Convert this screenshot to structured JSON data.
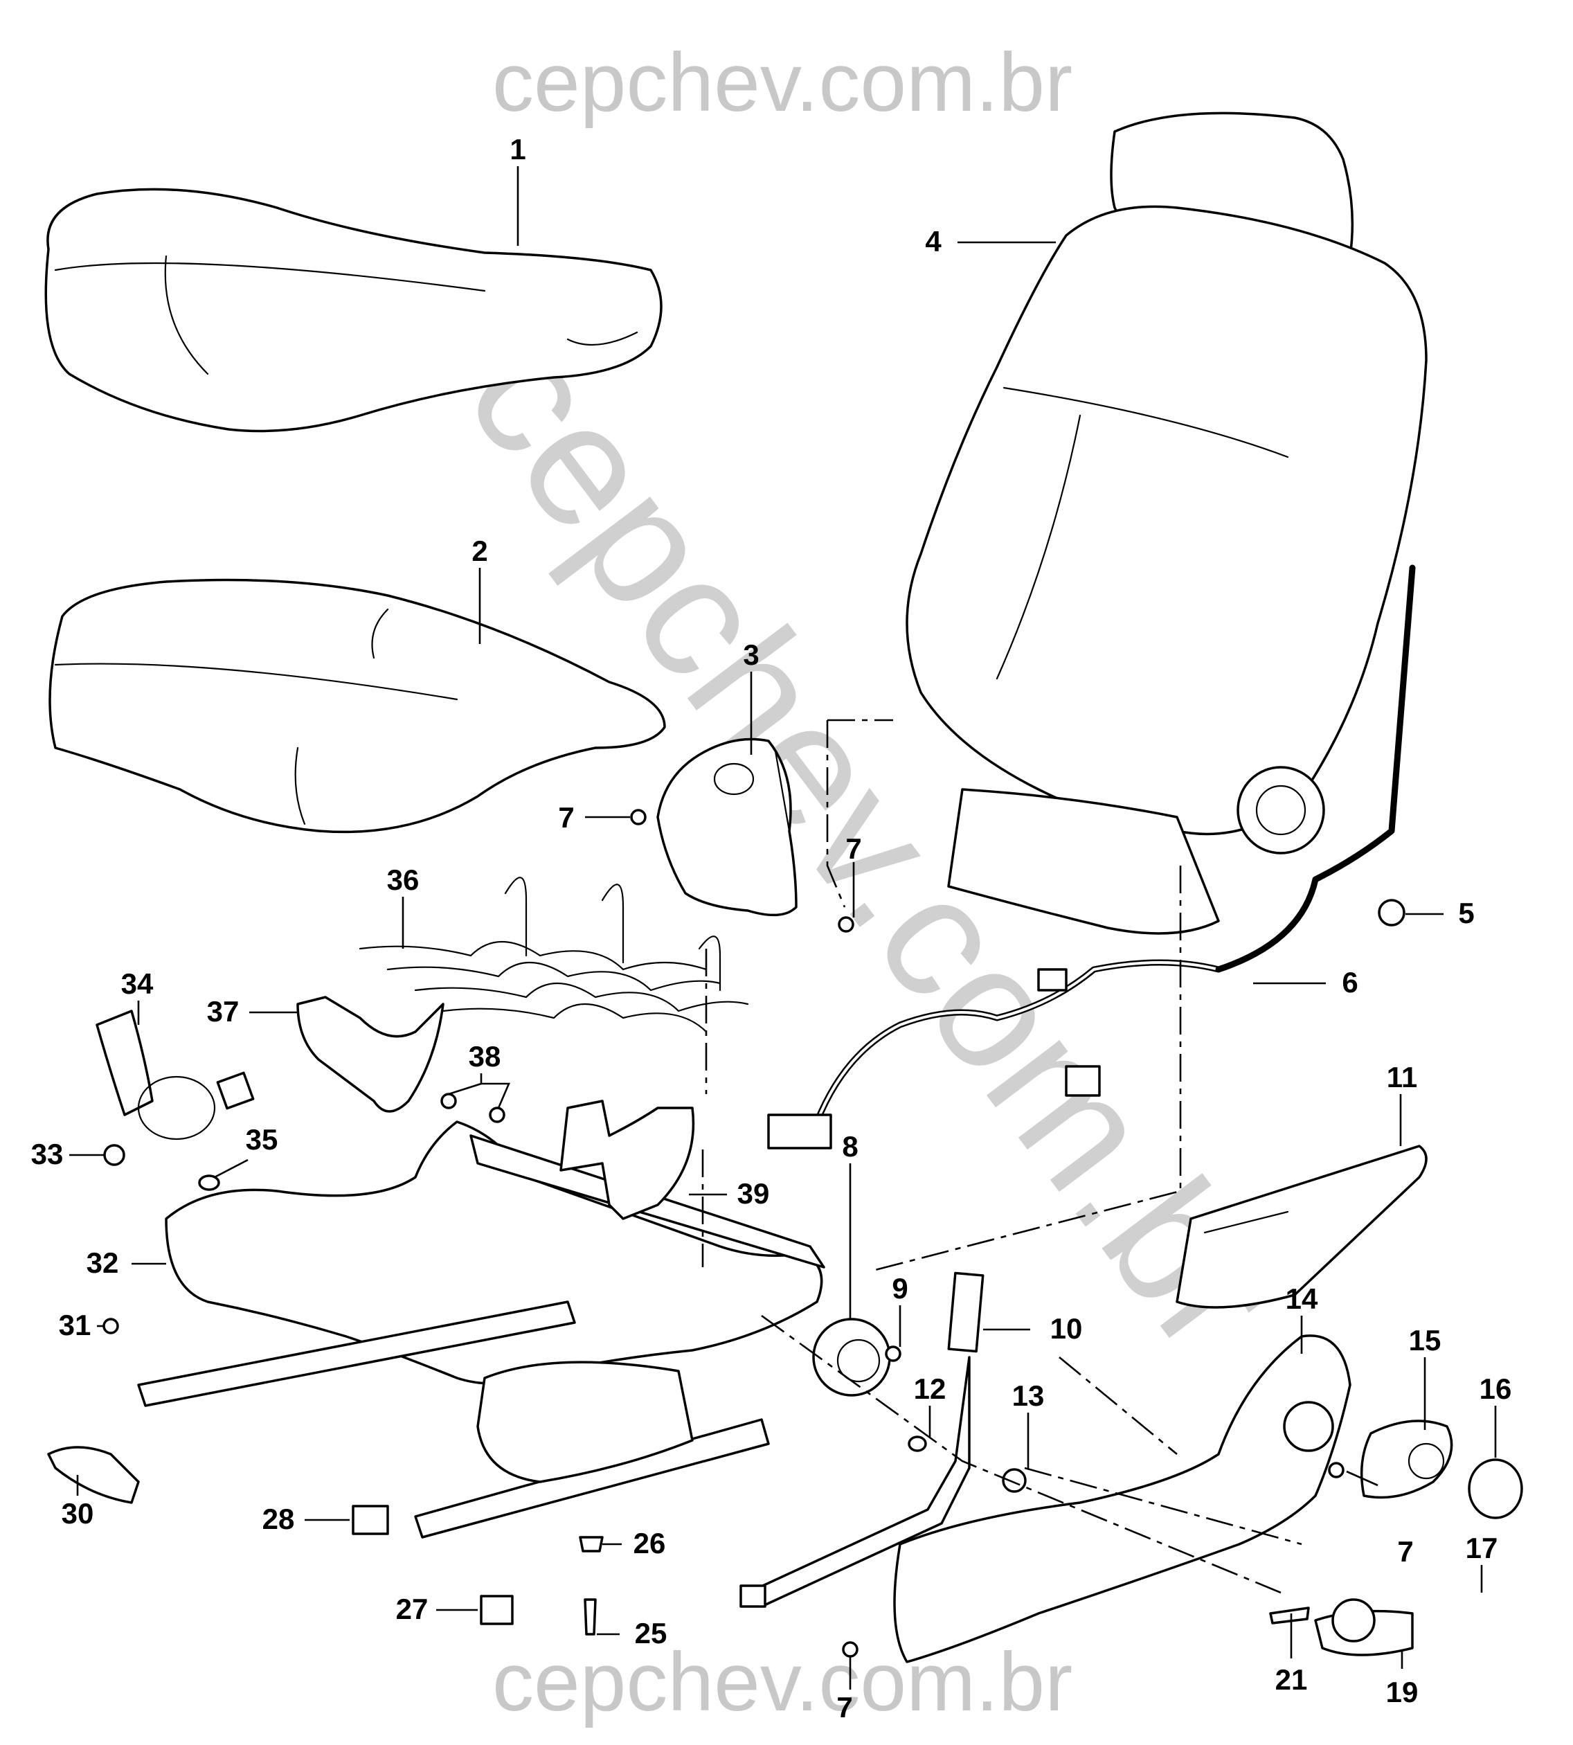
{
  "watermark": {
    "top": "cepchev.com.br",
    "bottom": "cepchev.com.br",
    "diagonal": "cepchev.com.br"
  },
  "callouts": [
    {
      "id": "c1",
      "label": "1"
    },
    {
      "id": "c2",
      "label": "2"
    },
    {
      "id": "c3",
      "label": "3"
    },
    {
      "id": "c4",
      "label": "4"
    },
    {
      "id": "c5",
      "label": "5"
    },
    {
      "id": "c6",
      "label": "6"
    },
    {
      "id": "c7a",
      "label": "7"
    },
    {
      "id": "c7b",
      "label": "7"
    },
    {
      "id": "c7c",
      "label": "7"
    },
    {
      "id": "c7d",
      "label": "7"
    },
    {
      "id": "c8",
      "label": "8"
    },
    {
      "id": "c9",
      "label": "9"
    },
    {
      "id": "c10",
      "label": "10"
    },
    {
      "id": "c11",
      "label": "11"
    },
    {
      "id": "c12",
      "label": "12"
    },
    {
      "id": "c13",
      "label": "13"
    },
    {
      "id": "c14",
      "label": "14"
    },
    {
      "id": "c15",
      "label": "15"
    },
    {
      "id": "c16",
      "label": "16"
    },
    {
      "id": "c17",
      "label": "17"
    },
    {
      "id": "c19",
      "label": "19"
    },
    {
      "id": "c21",
      "label": "21"
    },
    {
      "id": "c25",
      "label": "25"
    },
    {
      "id": "c26",
      "label": "26"
    },
    {
      "id": "c27",
      "label": "27"
    },
    {
      "id": "c28",
      "label": "28"
    },
    {
      "id": "c30",
      "label": "30"
    },
    {
      "id": "c31",
      "label": "31"
    },
    {
      "id": "c32",
      "label": "32"
    },
    {
      "id": "c33",
      "label": "33"
    },
    {
      "id": "c34",
      "label": "34"
    },
    {
      "id": "c35",
      "label": "35"
    },
    {
      "id": "c36",
      "label": "36"
    },
    {
      "id": "c37",
      "label": "37"
    },
    {
      "id": "c38",
      "label": "38"
    },
    {
      "id": "c39",
      "label": "39"
    }
  ]
}
